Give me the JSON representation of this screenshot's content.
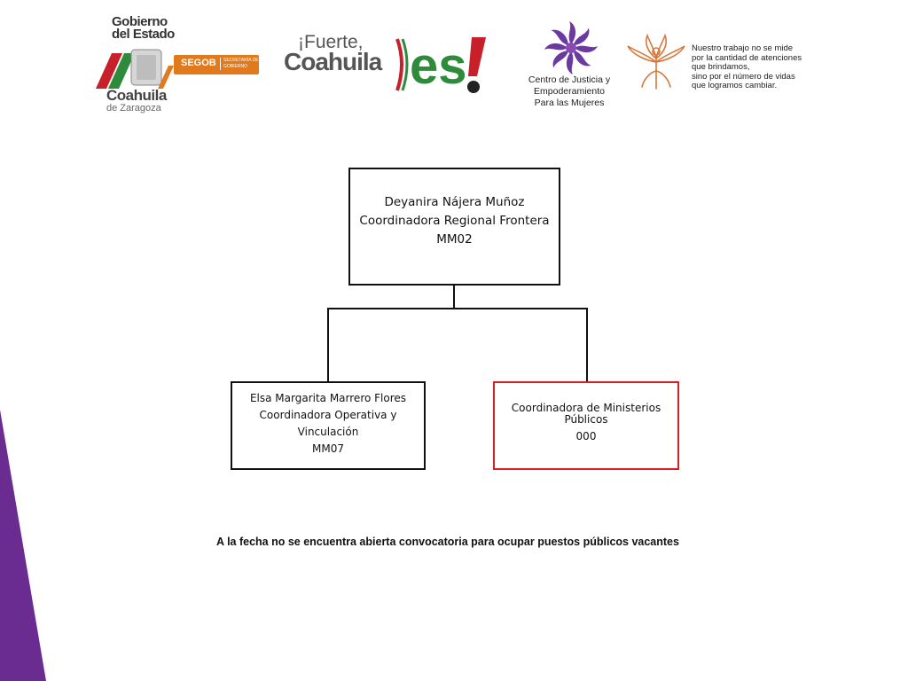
{
  "logos": {
    "gobierno": {
      "line1": "Gobierno",
      "line2": "del Estado",
      "segob": "SEGOB",
      "segob_sub": "SECRETARÍA DE GOBIERNO",
      "name": "Coahuila",
      "sub": "de Zaragoza"
    },
    "fuerte": {
      "line1": "¡Fuerte,",
      "line2": "Coahuila",
      "es": "es!"
    },
    "centro": {
      "lines": [
        "Centro de Justicia y",
        "Empoderamiento",
        "Para las Mujeres"
      ]
    },
    "nuestro": {
      "lines": [
        "Nuestro trabajo no se mide",
        "por la cantidad de atenciones",
        "que brindamos,",
        "sino por el número de vidas",
        "que logramos cambiar."
      ]
    }
  },
  "colors": {
    "band": "#6a2c91",
    "band_accent": "#8a49b3",
    "highlight_border": "#e01b24",
    "box_border": "#111111",
    "segob_orange": "#e07a1d",
    "flower_purple": "#6b3aa0",
    "figure_orange": "#d9773a"
  },
  "org_chart": {
    "top": {
      "name": "Deyanira Nájera Muñoz",
      "title": "Coordinadora Regional Frontera",
      "code": "MM02"
    },
    "left": {
      "name": "Elsa Margarita Marrero Flores",
      "title": "Coordinadora Operativa y Vinculación",
      "code": "MM07"
    },
    "right": {
      "title": "Coordinadora de Ministerios Públicos",
      "code": "000"
    }
  },
  "notice": "A la fecha no se encuentra abierta convocatoria para ocupar puestos públicos vacantes"
}
